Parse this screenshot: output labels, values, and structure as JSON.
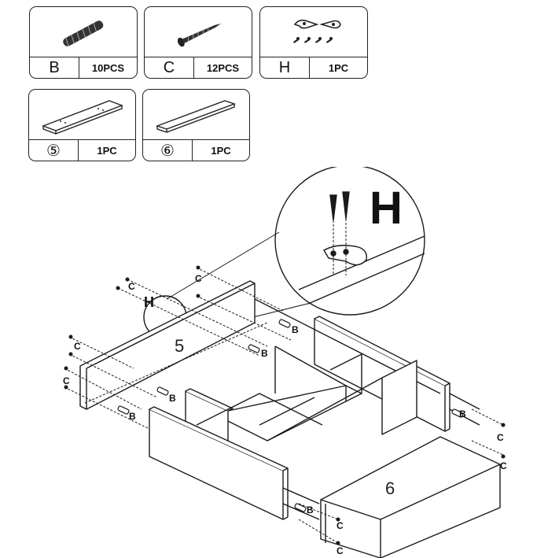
{
  "parts": [
    {
      "code": "B",
      "qty": "10PCS",
      "icon": "dowel-icon"
    },
    {
      "code": "C",
      "qty": "12PCS",
      "icon": "screw-icon"
    },
    {
      "code": "H",
      "qty": "1PC",
      "icon": "hook-bracket-icon"
    },
    {
      "code": "⑤",
      "qty": "1PC",
      "icon": "panel-5-icon"
    },
    {
      "code": "⑥",
      "qty": "1PC",
      "icon": "panel-6-icon"
    }
  ],
  "diagram": {
    "panel_labels": [
      "5",
      "6"
    ],
    "hardware_label_big": "H",
    "hardware_label_small": "H",
    "dowel_label": "B",
    "screw_label": "C"
  }
}
